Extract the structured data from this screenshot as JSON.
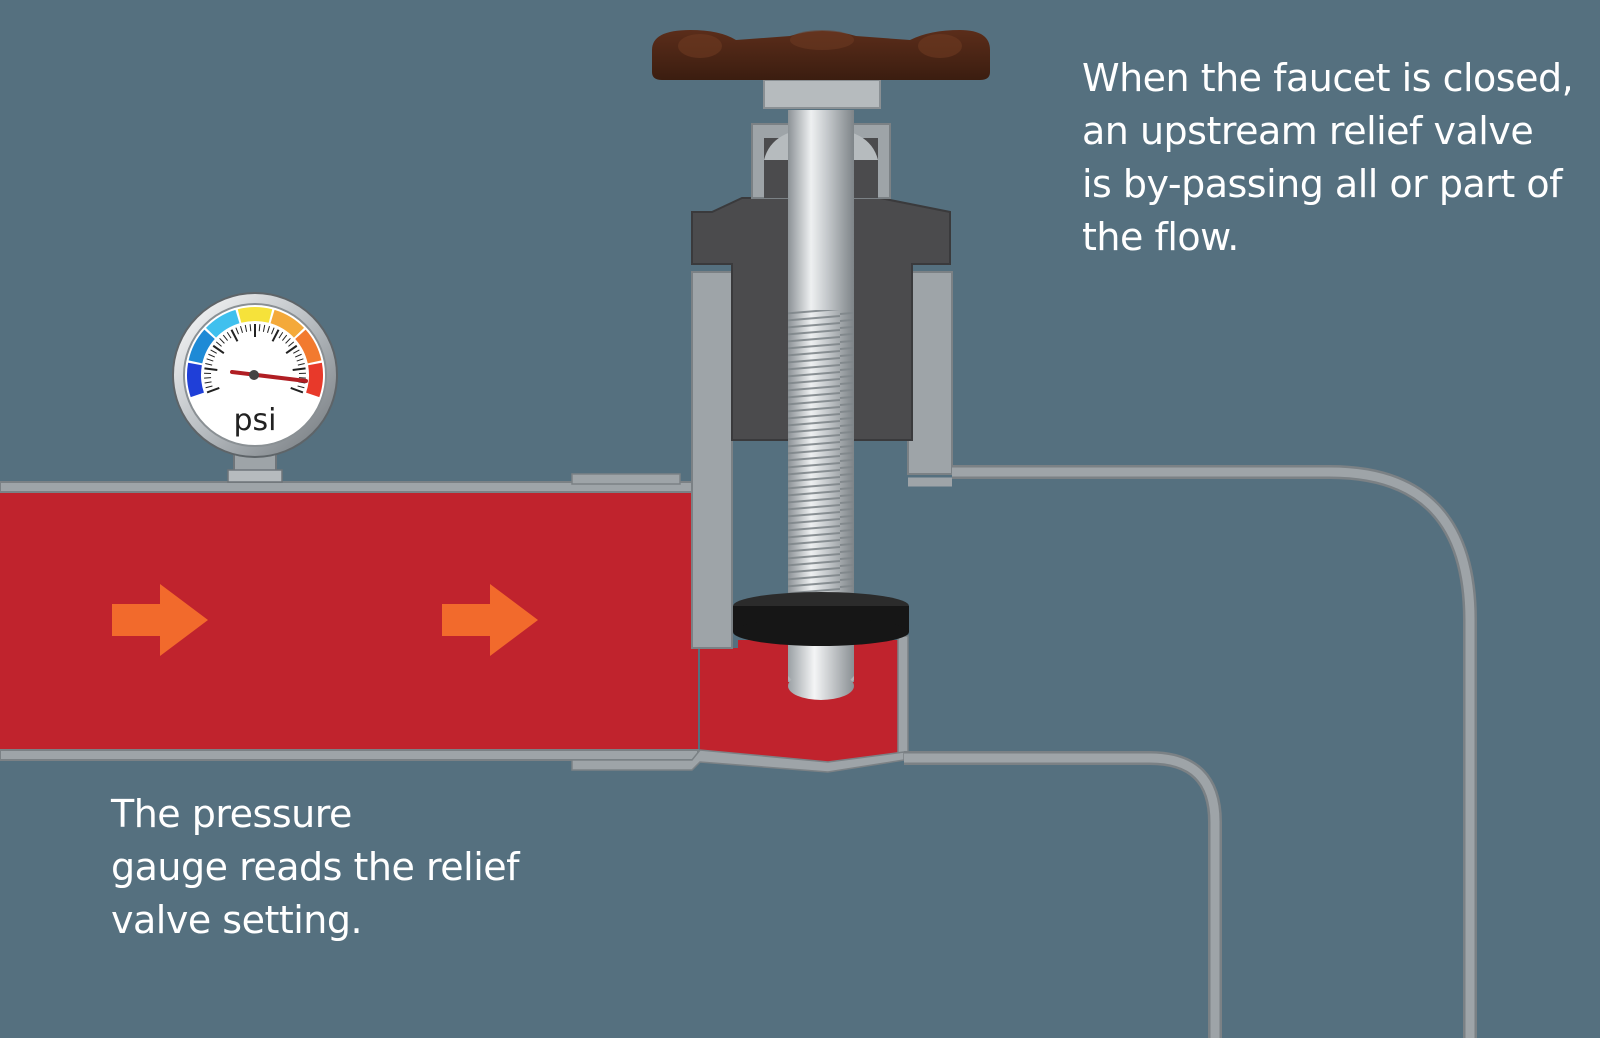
{
  "diagram": {
    "gauge": {
      "unit_label": "psi",
      "colors": [
        "#1f3fd8",
        "#1e8ad6",
        "#3fc0ee",
        "#f6e23a",
        "#f4a93a",
        "#f27a2f",
        "#e8392a"
      ]
    },
    "flow_direction": "right",
    "colors": {
      "background": "#55707f",
      "water": "#c0232d",
      "pipe_wall": "#9ea4a8",
      "valve_body": "#4b4b4d",
      "handle": "#4a2414",
      "stem": "#c2c6c9",
      "washer": "#161616",
      "flow_arrow": "#f26a2c"
    }
  },
  "captions": {
    "top": [
      "When the faucet is closed,",
      "an upstream relief valve",
      "is by-passing all or part of",
      "the flow."
    ],
    "bottom": [
      "The pressure",
      "gauge reads the relief",
      "valve setting."
    ]
  }
}
